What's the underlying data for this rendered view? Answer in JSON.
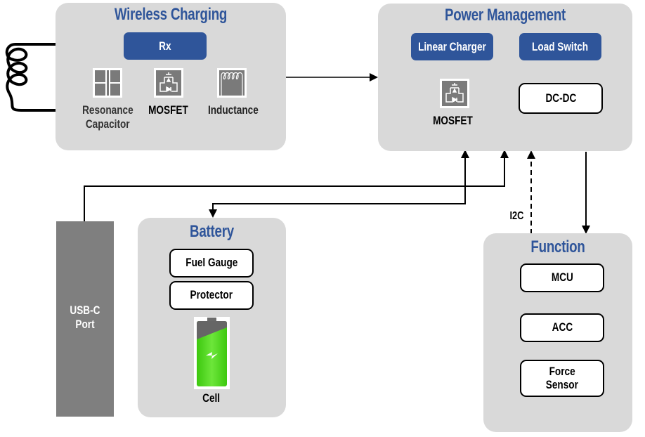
{
  "wireless_charging": {
    "title": "Wireless Charging",
    "rx_label": "Rx",
    "components": [
      {
        "label_line1": "Resonance",
        "label_line2": "Capacitor",
        "icon": "capacitor-icon"
      },
      {
        "label_line1": "MOSFET",
        "label_line2": "",
        "icon": "mosfet-icon"
      },
      {
        "label_line1": "Inductance",
        "label_line2": "",
        "icon": "inductor-icon"
      }
    ]
  },
  "power_management": {
    "title": "Power Management",
    "linear_charger": "Linear Charger",
    "load_switch": "Load Switch",
    "mosfet_label": "MOSFET",
    "dcdc": "DC-DC"
  },
  "battery": {
    "title": "Battery",
    "fuel_gauge": "Fuel Gauge",
    "protector": "Protector",
    "cell_label": "Cell",
    "cell_icon": "battery-charging-icon"
  },
  "usb": {
    "line1": "USB-C",
    "line2": "Port"
  },
  "function": {
    "title": "Function",
    "mcu": "MCU",
    "acc": "ACC",
    "force_line1": "Force",
    "force_line2": "Sensor"
  },
  "connections": {
    "i2c_label": "I2C"
  },
  "colors": {
    "accent": "#2f559a",
    "panel": "#d9d9d9",
    "usb": "#7f7f7f",
    "battery_green": "#4cd41a"
  }
}
